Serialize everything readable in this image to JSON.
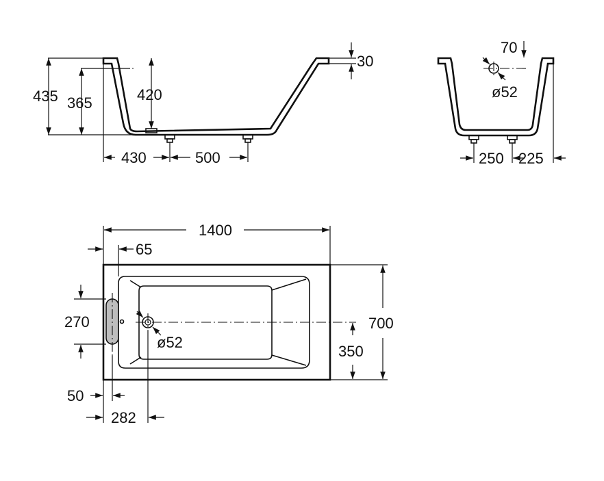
{
  "side_view": {
    "height_total": "435",
    "height_inner": "365",
    "depth": "420",
    "rim": "30",
    "foot_offset": "430",
    "foot_spacing": "500"
  },
  "end_view": {
    "overflow_offset": "70",
    "overflow_diameter": "ø52",
    "foot_spacing": "250",
    "foot_offset": "225"
  },
  "plan_view": {
    "length": "1400",
    "rim_offset": "65",
    "handle_height": "270",
    "width": "700",
    "drain_diameter": "ø52",
    "drain_center_y": "350",
    "handle_offset": "50",
    "drain_center_x": "282"
  },
  "colors": {
    "line": "#111111",
    "handle_fill": "#bdbdbd"
  }
}
